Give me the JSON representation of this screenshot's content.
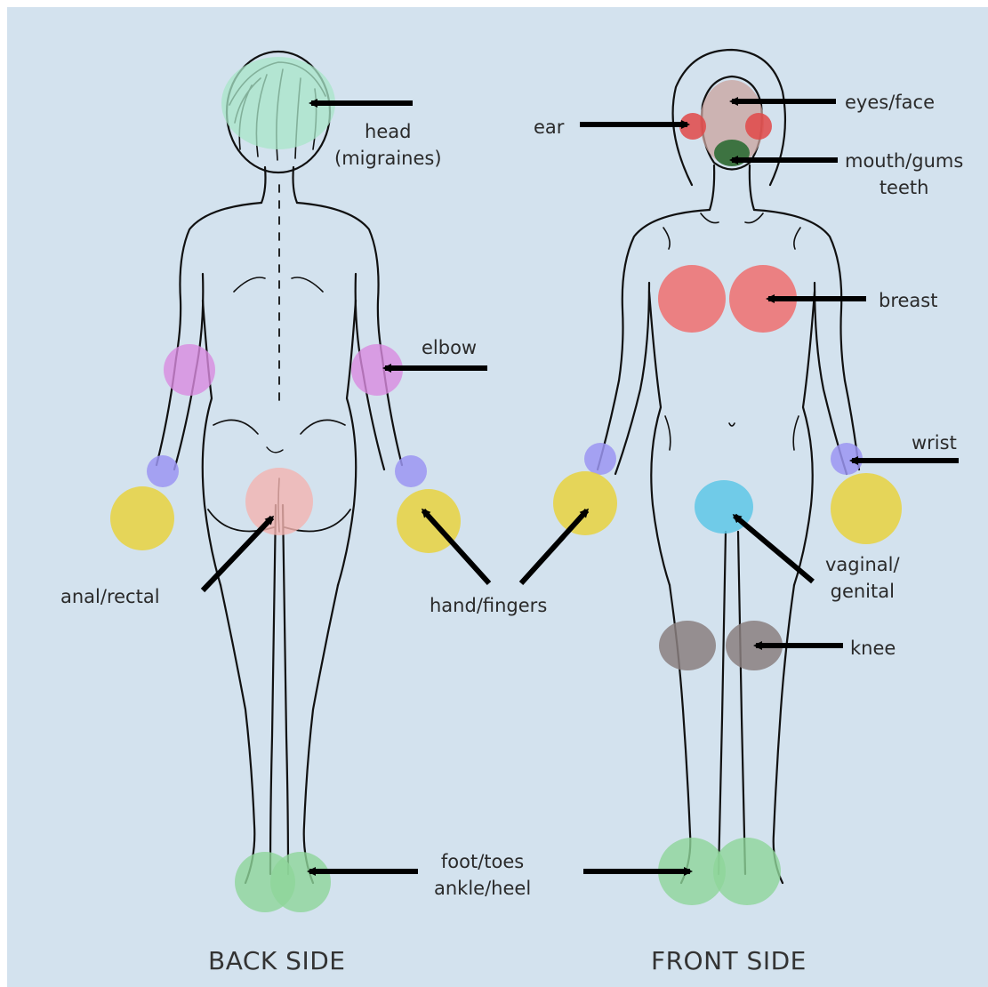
{
  "labels": {
    "head": [
      "head",
      "(migraines)"
    ],
    "elbow": "elbow",
    "anal_rectal": "anal/rectal",
    "hand_fingers": "hand/fingers",
    "foot_toes": [
      "foot/toes",
      "ankle/heel"
    ],
    "ear": "ear",
    "eyes_face": "eyes/face",
    "mouth_gums": [
      "mouth/gums",
      "teeth"
    ],
    "breast": "breast",
    "wrist": "wrist",
    "vaginal_genital": [
      "vaginal/",
      "genital"
    ],
    "knee": "knee"
  },
  "captions": {
    "back": "BACK SIDE",
    "front": "FRONT SIDE"
  },
  "colors": {
    "background": "#d3e2ee",
    "head": "#a8e6c8",
    "elbow": "#d98be0",
    "wrist": "#9b95f2",
    "hand": "#e8d23e",
    "anal": "#f4b4b0",
    "foot": "#8fd69a",
    "face": "#c9a39e",
    "ear": "#e04848",
    "mouth": "#2e6b34",
    "breast": "#ee6f6f",
    "genital": "#5ec7e6",
    "knee": "#8a7f7f"
  }
}
